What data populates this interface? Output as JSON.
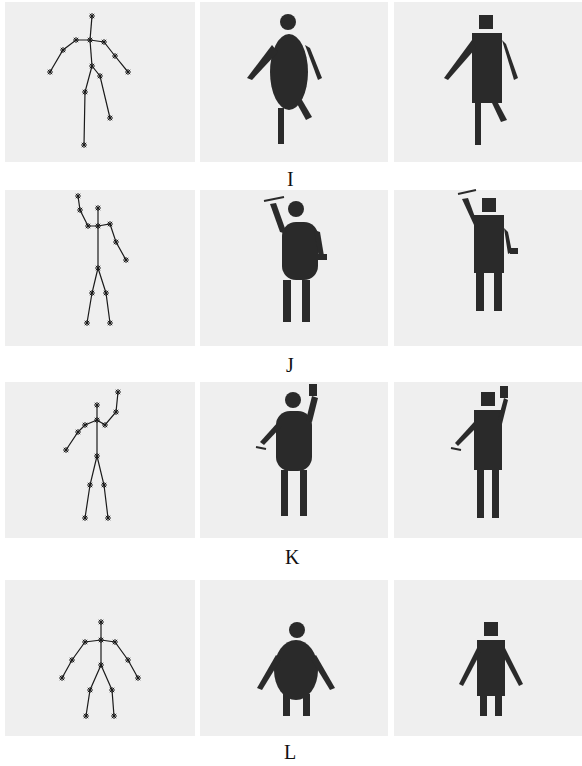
{
  "diagram": {
    "labels": [
      "I",
      "J",
      "K",
      "L"
    ]
  }
}
